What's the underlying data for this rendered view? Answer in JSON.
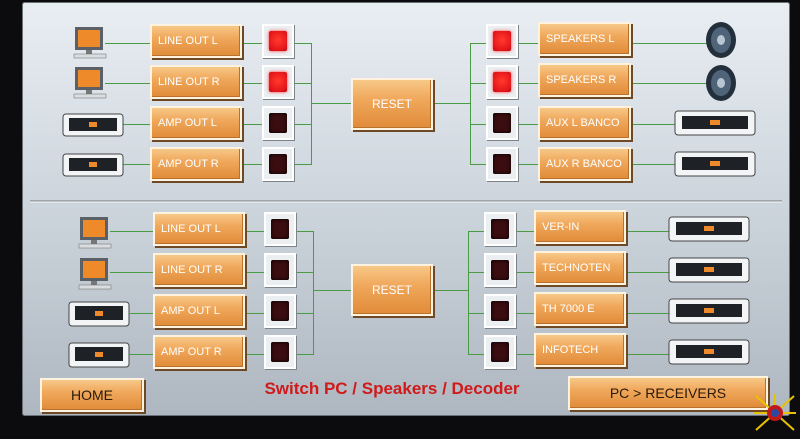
{
  "title": "Switch PC / Speakers / Decoder",
  "nav": {
    "home": "HOME",
    "receivers": "PC > RECEIVERS"
  },
  "reset_label": "RESET",
  "top": {
    "inputs": [
      {
        "label": "LINE OUT L",
        "device": "pc-icon",
        "led_on": true
      },
      {
        "label": "LINE OUT R",
        "device": "pc-icon",
        "led_on": true
      },
      {
        "label": "AMP OUT L",
        "device": "amplifier-icon",
        "led_on": false
      },
      {
        "label": "AMP OUT R",
        "device": "amplifier-icon",
        "led_on": false
      }
    ],
    "outputs": [
      {
        "label": "SPEAKERS L",
        "device": "speaker-icon",
        "led_on": true
      },
      {
        "label": "SPEAKERS R",
        "device": "speaker-icon",
        "led_on": true
      },
      {
        "label": "AUX L BANCO",
        "device": "amplifier-icon",
        "led_on": false
      },
      {
        "label": "AUX R BANCO",
        "device": "amplifier-icon",
        "led_on": false
      }
    ]
  },
  "bottom": {
    "inputs": [
      {
        "label": "LINE OUT L",
        "device": "pc-icon",
        "led_on": false
      },
      {
        "label": "LINE OUT R",
        "device": "pc-icon",
        "led_on": false
      },
      {
        "label": "AMP OUT L",
        "device": "amplifier-icon",
        "led_on": false
      },
      {
        "label": "AMP OUT R",
        "device": "amplifier-icon",
        "led_on": false
      }
    ],
    "outputs": [
      {
        "label": "VER-IN",
        "device": "receiver-icon",
        "led_on": false
      },
      {
        "label": "TECHNOTEN",
        "device": "receiver-icon",
        "led_on": false
      },
      {
        "label": "TH 7000 E",
        "device": "receiver-icon",
        "led_on": false
      },
      {
        "label": "INFOTECH",
        "device": "receiver-icon",
        "led_on": false
      }
    ]
  },
  "colors": {
    "button": "#f0a85c",
    "led_on": "#e6161a",
    "led_off": "#3b0d10",
    "wire": "#4a9c44",
    "title": "#d01a1a"
  }
}
